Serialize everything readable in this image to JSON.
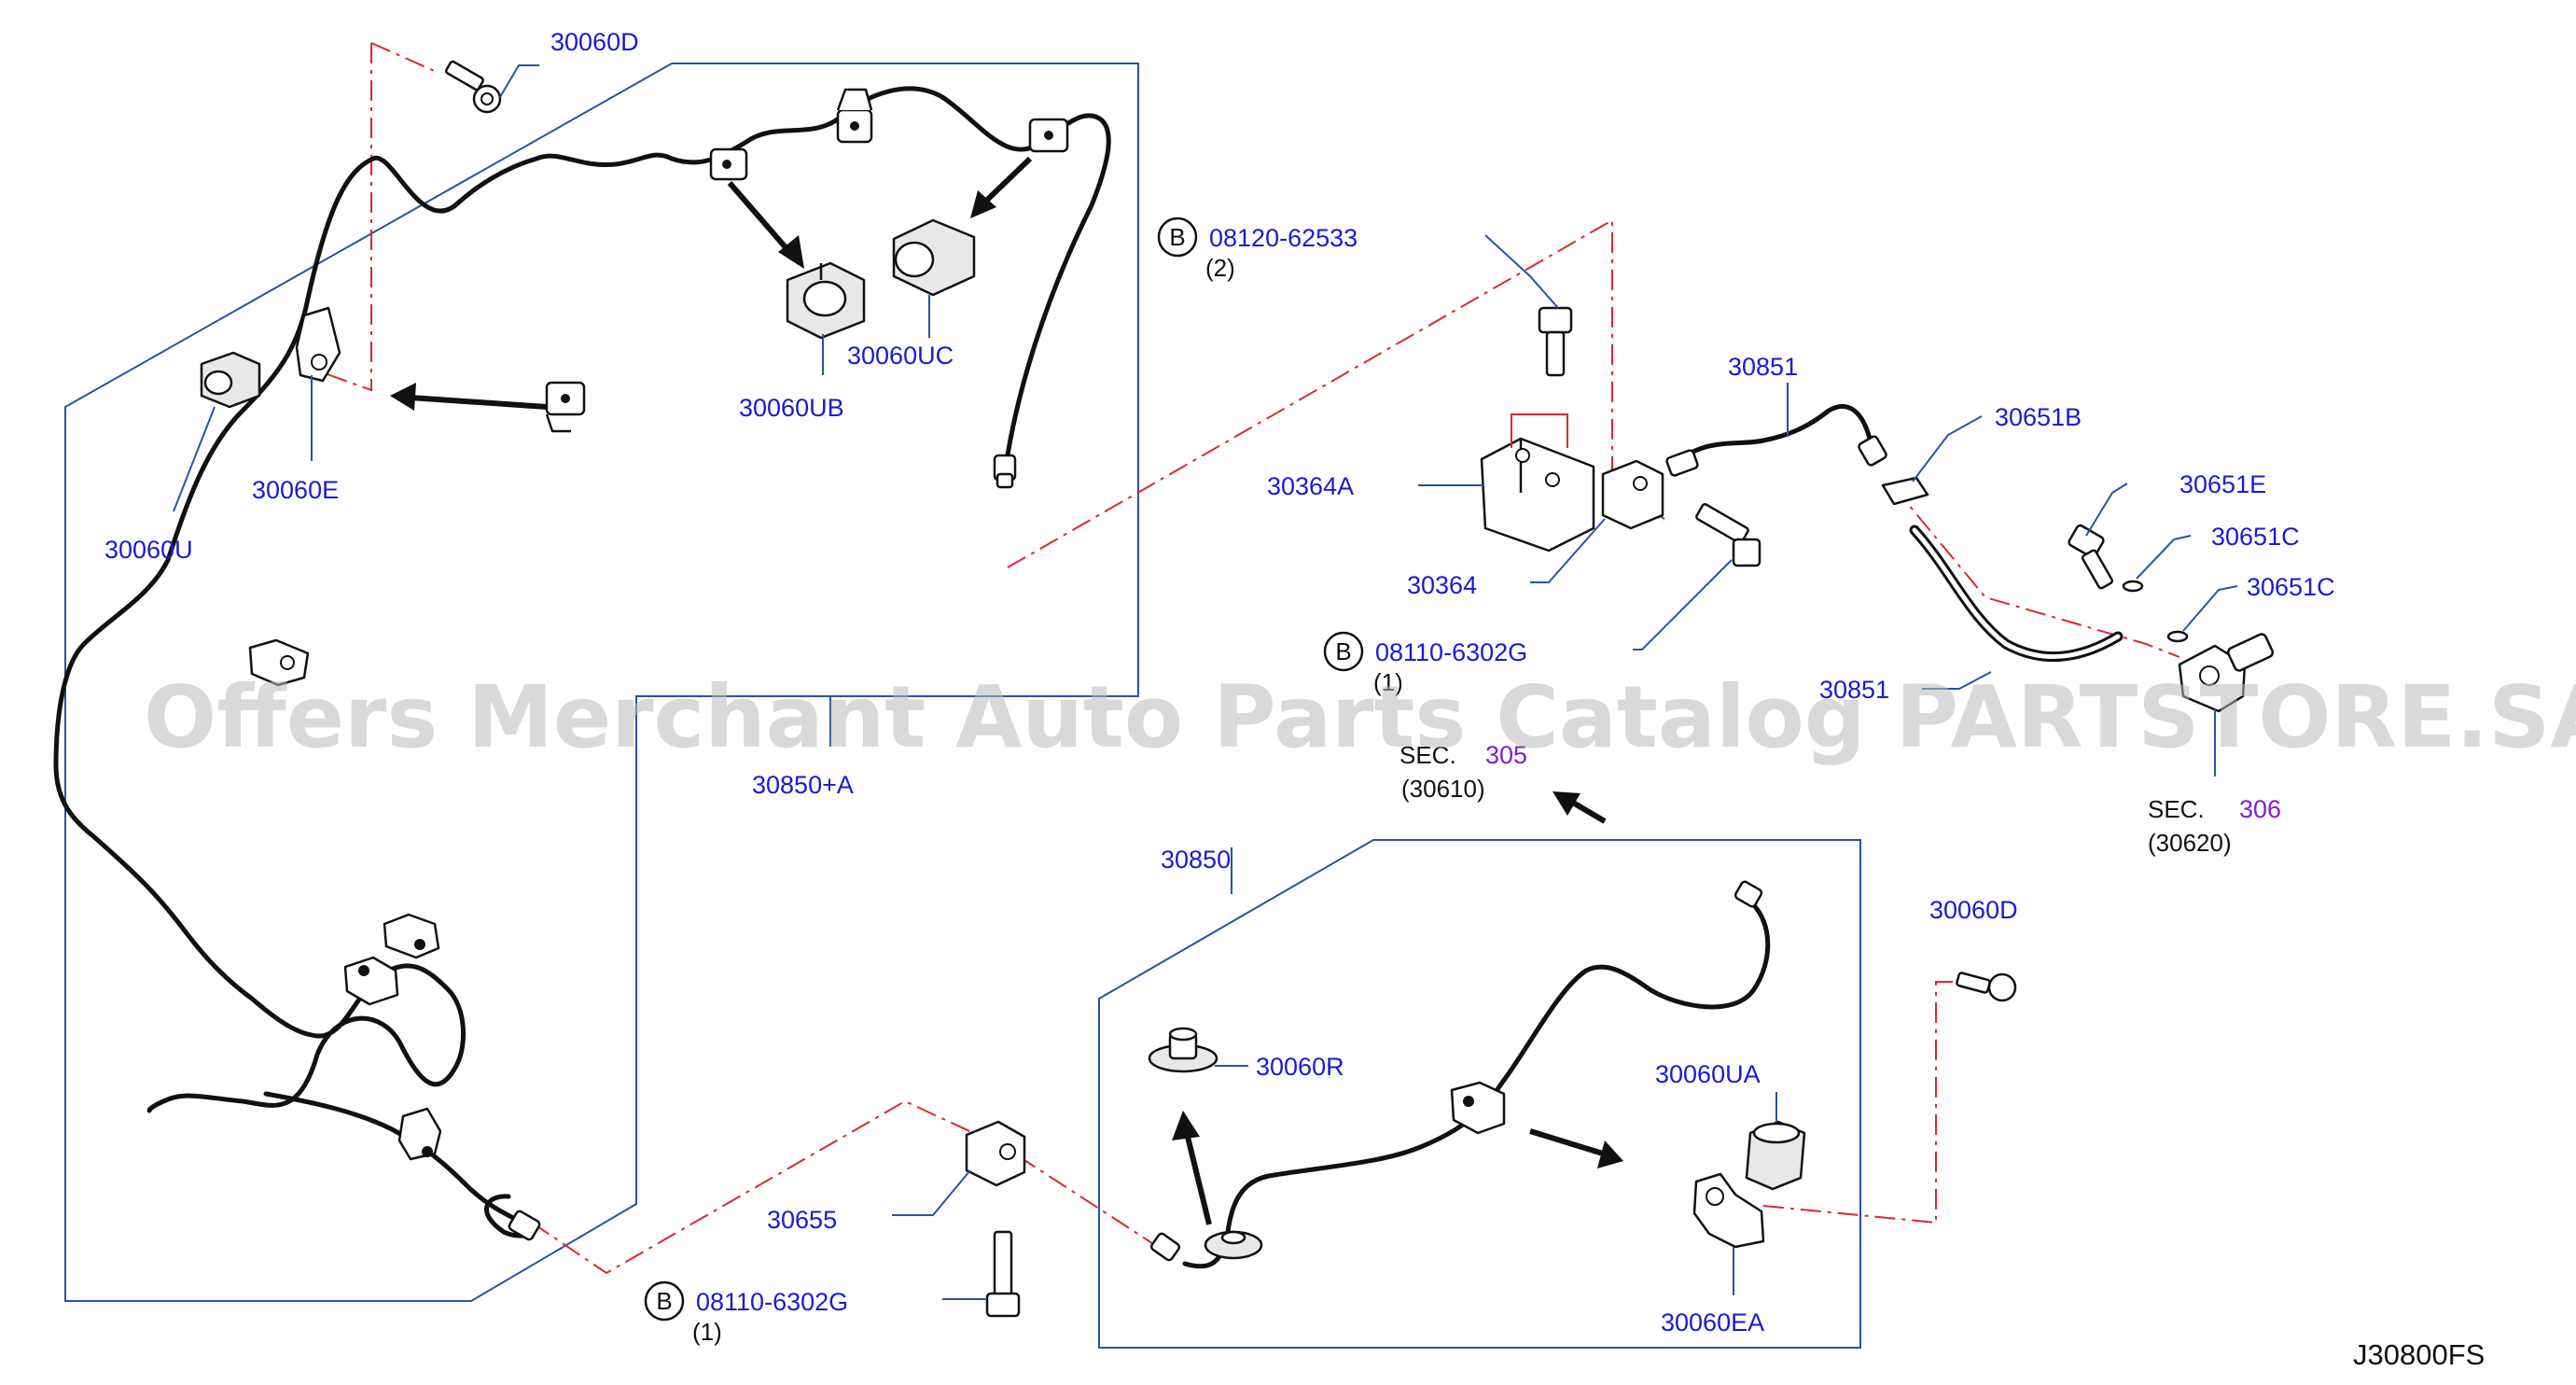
{
  "diagram": {
    "watermark": "Offers Merchant Auto Parts Catalog PARTSTORE.SA",
    "drawing_code": "J30800FS",
    "part_labels": {
      "p30060D_top": "30060D",
      "p30060D_right": "30060D",
      "p30060UB": "30060UB",
      "p30060UC": "30060UC",
      "p30060E": "30060E",
      "p30060U": "30060U",
      "p30850A": "30850+A",
      "p30850": "30850",
      "p30060R": "30060R",
      "p30060UA": "30060UA",
      "p30060EA": "30060EA",
      "p30655": "30655",
      "p30364A": "30364A",
      "p30364": "30364",
      "p30851_top": "30851",
      "p30851_bottom": "30851",
      "p30651B": "30651B",
      "p30651E": "30651E",
      "p30651C_1": "30651C",
      "p30651C_2": "30651C"
    },
    "bolt_refs": {
      "b1_prefix": "B",
      "b1_part": "08120-62533",
      "b1_qty": "(2)",
      "b2_prefix": "B",
      "b2_part": "08110-6302G",
      "b2_qty": "(1)",
      "b3_prefix": "B",
      "b3_part": "08110-6302G",
      "b3_qty": "(1)"
    },
    "section_refs": {
      "sec305_word": "SEC.",
      "sec305_num": "305",
      "sec305_sub": "(30610)",
      "sec306_word": "SEC.",
      "sec306_num": "306",
      "sec306_sub": "(30620)"
    },
    "colors": {
      "label_blue": "#1a1ad6",
      "leader_blue": "#2a52a6",
      "phantom_red": "#e0262d",
      "section_purple": "#7a22d4",
      "line_black": "#111111"
    }
  }
}
